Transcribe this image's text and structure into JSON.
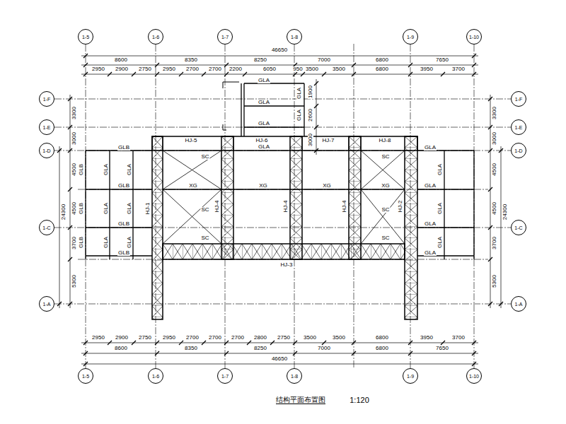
{
  "diagram": {
    "caption": "结构平面布置图",
    "nodes": [
      {
        "text": [
          "1-5"
        ]
      },
      {
        "text": [
          "1-6"
        ]
      },
      {
        "text": [
          "1-7"
        ]
      },
      {
        "text": [
          "1-8"
        ]
      },
      {
        "text": [
          "1-9"
        ]
      },
      {
        "text": [
          "1-10"
        ]
      },
      {
        "text": [
          "1-F"
        ]
      },
      {
        "text": [
          "1-E"
        ]
      },
      {
        "text": [
          "1-D"
        ]
      },
      {
        "text": [
          "1-C"
        ]
      },
      {
        "text": [
          "1-A"
        ]
      },
      {
        "text": [
          "1-F"
        ]
      },
      {
        "text": [
          "1-E"
        ]
      },
      {
        "text": [
          "1-D"
        ]
      },
      {
        "text": [
          "1-C"
        ]
      },
      {
        "text": [
          "1-A"
        ]
      },
      {
        "text": [
          "1-5"
        ]
      },
      {
        "text": [
          "1-6"
        ]
      },
      {
        "text": [
          "1-7"
        ]
      },
      {
        "text": [
          "1-8"
        ]
      },
      {
        "text": [
          "1-9"
        ]
      },
      {
        "text": [
          "1-10"
        ]
      }
    ],
    "edges": [
      {
        "from": 0,
        "to": 16,
        "arrow": "none"
      },
      {
        "from": 1,
        "to": 17,
        "arrow": "none"
      },
      {
        "from": 2,
        "to": 18,
        "arrow": "none"
      },
      {
        "from": 3,
        "to": 19,
        "arrow": "none"
      },
      {
        "from": 4,
        "to": 20,
        "arrow": "none"
      },
      {
        "from": 5,
        "to": 21,
        "arrow": "none"
      },
      {
        "from": 6,
        "to": 11,
        "arrow": "none"
      },
      {
        "from": 7,
        "to": 12,
        "arrow": "none"
      },
      {
        "from": 8,
        "to": 13,
        "arrow": "none"
      },
      {
        "from": 9,
        "to": 14,
        "arrow": "none"
      },
      {
        "from": 10,
        "to": 15,
        "arrow": "none"
      }
    ],
    "labels": [
      "46650",
      "8600",
      "8350",
      "8250",
      "7000",
      "6800",
      "7650",
      "2950",
      "2900",
      "2750",
      "2950",
      "2700",
      "2700",
      "2200",
      "6050",
      "950",
      "3500",
      "3500",
      "6800",
      "3950",
      "3700",
      "GLA",
      "GLA",
      "GLA",
      "GLA",
      "GLA",
      "GLA",
      "1900",
      "2600",
      "3000",
      "3300",
      "3000",
      "4500",
      "4500",
      "3700",
      "5300",
      "24300",
      "3300",
      "3000",
      "4500",
      "4500",
      "3700",
      "5300",
      "24300",
      "HJ-5",
      "HJ-6",
      "HJ-7",
      "HJ-8",
      "SC",
      "SC",
      "SC",
      "SC",
      "SC",
      "SC",
      "XG",
      "XG",
      "XG",
      "XG",
      "HJ-1",
      "HJ-4",
      "HJ-4",
      "HJ-4",
      "HJ-2",
      "HJ-3",
      "GLB",
      "GLB",
      "GLB",
      "GLB",
      "GLB",
      "GLB",
      "GLB",
      "GLA",
      "GLA",
      "GLA",
      "GLA",
      "GLA",
      "GLA",
      "GLA",
      "GLA",
      "GLA",
      "GLA",
      "GLA",
      "GLA",
      "GLA",
      "2950",
      "2900",
      "2750",
      "2950",
      "2700",
      "2700",
      "2700",
      "2800",
      "2750",
      "3500",
      "3500",
      "6800",
      "3950",
      "3700",
      "8600",
      "8350",
      "8250",
      "7000",
      "6800",
      "7650",
      "46650",
      "1:120"
    ]
  }
}
